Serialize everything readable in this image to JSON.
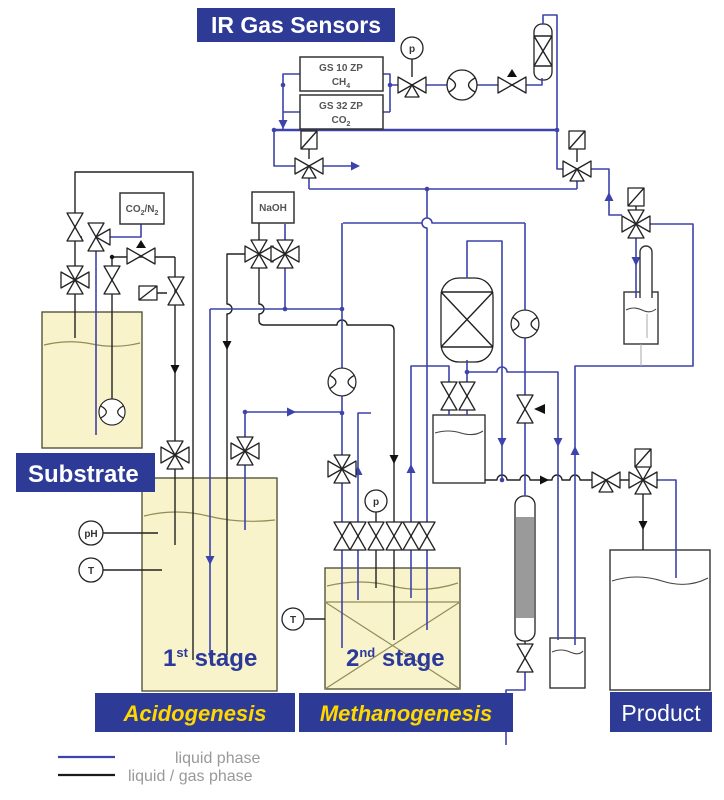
{
  "banners": {
    "ir_gas_sensors": "IR Gas Sensors",
    "substrate": "Substrate",
    "acidogenesis": "Acidogenesis",
    "methanogenesis": "Methanogenesis",
    "product": "Product"
  },
  "sensor_boxes": {
    "gs10": {
      "model": "GS 10 ZP",
      "gas": "CH",
      "gas_sub": "4"
    },
    "gs32": {
      "model": "GS 32 ZP",
      "gas": "CO",
      "gas_sub": "2"
    }
  },
  "supply": {
    "gas_mix": {
      "part1": "CO",
      "sub1": "2",
      "part2": "/N",
      "sub2": "2"
    },
    "naoh": "NaOH"
  },
  "instruments": {
    "pressure_top": "p",
    "pressure_stage2": "p",
    "ph_stage1": "pH",
    "temp_stage1": "T",
    "temp_stage2": "T"
  },
  "stages": {
    "stage1": {
      "num": "1",
      "sup": "st",
      "word": " stage"
    },
    "stage2": {
      "num": "2",
      "sup": "nd",
      "word": " stage"
    }
  },
  "legend": {
    "items": [
      {
        "label": "liquid phase",
        "color": "#3d43ab"
      },
      {
        "label": "liquid / gas phase",
        "color": "#1a1a1a"
      }
    ]
  },
  "colors": {
    "banner_blue": "#2e3b96",
    "line_blue": "#3d43ab",
    "line_black": "#1a1a1a",
    "tank_yellow": "#f8f3cb",
    "stage_label_blue": "#2b3a9a",
    "banner_yellow_text": "#ffd800"
  }
}
